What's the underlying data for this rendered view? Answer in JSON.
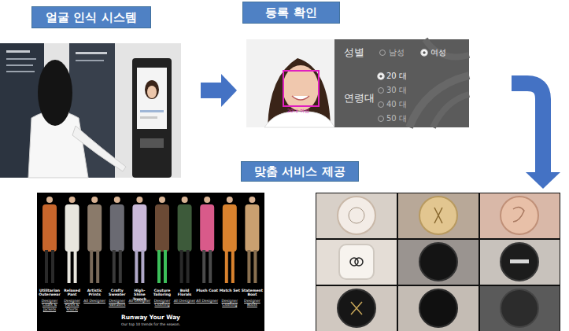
{
  "diagram": {
    "nodes": [
      {
        "text": [
          "얼굴 인식 시스템"
        ]
      },
      {
        "text": [
          "등록 확인"
        ]
      },
      {
        "text": [
          "맞춤 서비스 제공"
        ]
      }
    ],
    "edges": [
      {
        "from": 0,
        "to": 1,
        "arrow": "to"
      },
      {
        "from": 1,
        "to": 2,
        "arrow": "to"
      }
    ],
    "labels": [
      "성별",
      "남성",
      "여성",
      "연령대",
      "20 대",
      "30 대",
      "40 대",
      "50 대",
      "20대 여성",
      "Utilitarian Outerwear",
      "Relaxed Pant",
      "Artistic Prints",
      "Crafty Sweater",
      "High-Shine Trench",
      "Couture Tailoring",
      "Bold Florals",
      "Plush Coat",
      "Match Set",
      "Statement Boot",
      "Designer Coats & Jackets",
      "Designer Pants & Shorts",
      "All Designer",
      "Designer Sweaters",
      "All Designer",
      "Designer Clothing",
      "All Designer",
      "All Designer",
      "Designer Clothing",
      "Designer Boots",
      "Runway Your Way",
      "Our top 10 trends for the season."
    ]
  }
}
